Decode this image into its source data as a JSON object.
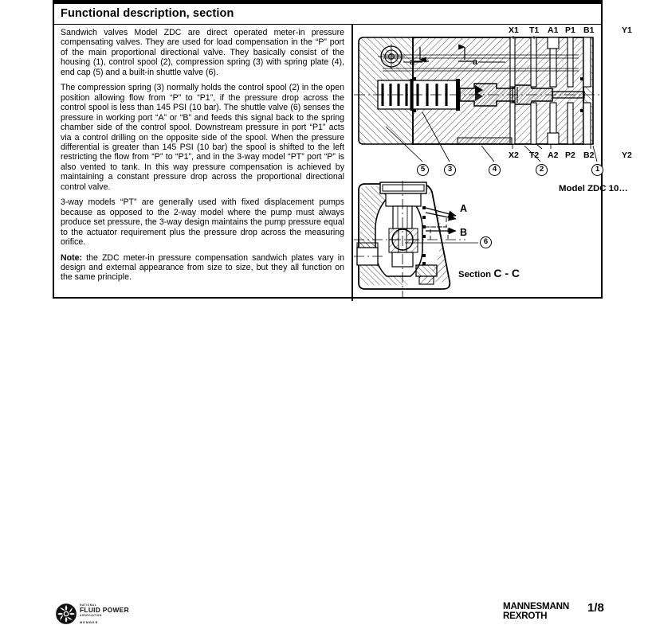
{
  "document": {
    "title": "Functional description, section",
    "paragraphs": [
      {
        "id": "p1",
        "text": "Sandwich valves Model ZDC are direct operated meter-in pressure compensating valves. They are used for load compensation in the “P” port of the main proportional directional valve. They basically consist of the housing (1), control spool (2), compression spring (3) with spring plate (4), end cap (5) and a built-in shuttle valve (6)."
      },
      {
        "id": "p2",
        "text": "The compression spring (3) normally holds the control spool (2) in the open position allowing flow from “P” to “P1”, if the pressure drop across the control spool is less than 145 PSI (10 bar). The shuttle valve (6) senses the pressure in working port “A” or “B” and feeds this signal back to the spring chamber side of the control spool. Downstream pressure in port “P1” acts via a control drilling on the opposite side of the spool. When the pressure differential is greater than 145 PSI (10 bar) the spool is shifted to the left restricting the flow from “P” to “P1”, and in the 3-way model “PT” port “P” is also vented to tank. In this way pressure compensation is achieved by maintaining a constant pressure drop across the proportional directional control valve."
      },
      {
        "id": "p3",
        "text": "3-way models “PT” are generally used with fixed displacement pumps because as opposed to the 2-way model where the pump must always produce set pressure, the 3-way design maintains the pump pressure equal to the actuator requirement plus the pressure drop across the measuring orifice."
      }
    ],
    "note": {
      "label": "Note:",
      "text": " the ZDC meter-in pressure compensation sandwich plates vary in design and external appearance from size to size, but they all function on the same principle."
    }
  },
  "figure_top": {
    "name": "sectional-view-zdc10",
    "port_labels_top": [
      "X1",
      "T1",
      "A1",
      "P1",
      "B1",
      "Y1"
    ],
    "port_labels_bottom": [
      "X2",
      "T2",
      "A2",
      "P2",
      "B2",
      "Y2"
    ],
    "dim_labels": [
      "a",
      "a"
    ],
    "callouts": [
      "5",
      "3",
      "4",
      "2",
      "1"
    ],
    "caption": "Model ZDC 10…"
  },
  "figure_bottom": {
    "name": "section-c-c-view",
    "flow_labels": [
      "A",
      "B"
    ],
    "callouts": [
      "6"
    ],
    "caption_prefix": "Section ",
    "caption_main": "C - C"
  },
  "footer": {
    "logo": {
      "line1": "NATIONAL",
      "line2": "FLUID POWER",
      "line3": "ASSOCIATION",
      "line4": "MEMBER"
    },
    "brand_line1": "MANNESMANN",
    "brand_line2": "REXROTH",
    "page": "1/8"
  },
  "colors": {
    "ink": "#000000",
    "paper": "#ffffff"
  }
}
